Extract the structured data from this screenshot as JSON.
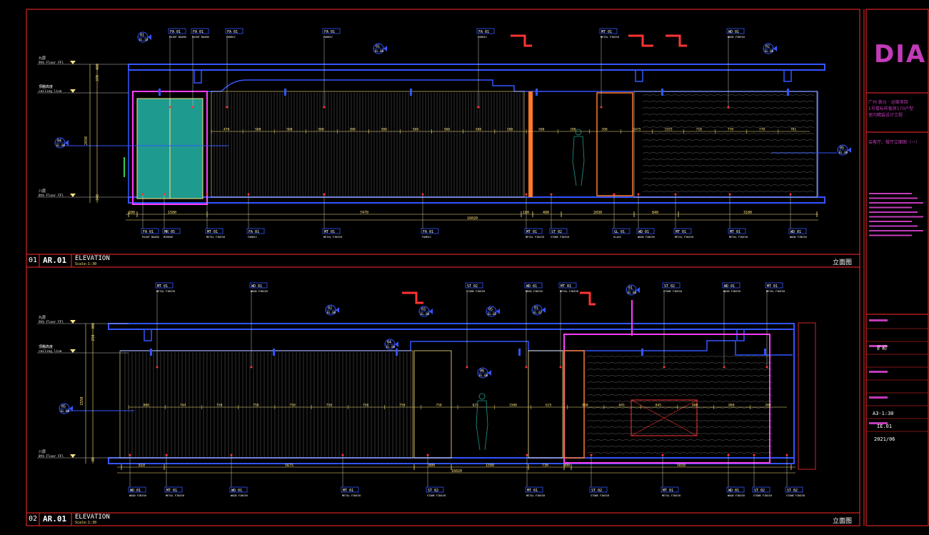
{
  "colors": {
    "frame": "#ff2a2a",
    "wall": "#3355ff",
    "dim": "#ffe680",
    "text": "#ffffff",
    "magenta": "#ff3dff",
    "accent": "#ff3333",
    "panel": "#1f9a8e",
    "logo": "#c23bb8",
    "guide": "#c8c8c8",
    "orange": "#ff7a2a",
    "green": "#35d04a"
  },
  "title_block": {
    "logo_text": "DIA",
    "project": [
      "广州 致元 · 运维项目",
      "1号楼标样板房170户型",
      "室内精装设计工程"
    ],
    "drawing_title": "会客厅、餐厅立面图（一）",
    "scale": "A3-1:30",
    "sheet_no": "IE.01",
    "date": "2021/06",
    "row_labels": [
      "扩初"
    ]
  },
  "panels": [
    {
      "num": "01",
      "ref": "AR.01",
      "title": "ELEVATION",
      "scale_label": "Scale:1:30",
      "cn_title": "立面图",
      "levels": [
        {
          "cn": "九层",
          "en": "9th Floor FFl"
        },
        {
          "cn": "顶棚高度",
          "en": "ceiling line"
        },
        {
          "cn": "八层",
          "en": "8th Floor FFl"
        }
      ],
      "top_tags": [
        {
          "code": "FA 01",
          "desc": "PAINT BOARD"
        },
        {
          "code": "FA 01",
          "desc": "PAINT BOARD"
        },
        {
          "code": "FA 01",
          "desc": "FABRIC"
        },
        {
          "code": "FA 01",
          "desc": "FABRIC"
        },
        {
          "code": "FA 01",
          "desc": "FABRIC"
        },
        {
          "code": "MT 01",
          "desc": "METAL FINISH"
        },
        {
          "code": "WD 01",
          "desc": "WOOD FINISH"
        }
      ],
      "bottom_tags": [
        {
          "code": "FA 01",
          "desc": "PAINT BOARD"
        },
        {
          "code": "MR 05",
          "desc": "MIRROR"
        },
        {
          "code": "MT 01",
          "desc": "METAL FINISH"
        },
        {
          "code": "FA 01",
          "desc": "FABRIC"
        },
        {
          "code": "MT 01",
          "desc": "METAL FINISH"
        },
        {
          "code": "FA 01",
          "desc": "FABRIC"
        },
        {
          "code": "MT 01",
          "desc": "METAL FINISH"
        },
        {
          "code": "ST 02",
          "desc": "STONE FINISH"
        },
        {
          "code": "GL 01",
          "desc": "GLASS"
        },
        {
          "code": "WD 01",
          "desc": "WOOD FINISH"
        },
        {
          "code": "MT 01",
          "desc": "METAL FINISH"
        },
        {
          "code": "MT 01",
          "desc": "METAL FINISH"
        },
        {
          "code": "WD 01",
          "desc": "WOOD FINISH"
        }
      ],
      "bubbles": [
        {
          "n": "01",
          "ref": "EL.10"
        },
        {
          "n": "01",
          "ref": "EL.06"
        },
        {
          "n": "02",
          "ref": "EL.06"
        },
        {
          "n": "04",
          "ref": "EL.06"
        },
        {
          "n": "05",
          "ref": "EL.06"
        }
      ],
      "dims_bottom": [
        "200",
        "1500",
        "7470",
        "180",
        "400",
        "2030",
        "840",
        "3100"
      ],
      "overall": "16020",
      "dims_mid": [
        "470",
        "500",
        "500",
        "500",
        "200",
        "500",
        "500",
        "500",
        "500",
        "500",
        "500",
        "200",
        "200",
        "2475",
        "1555",
        "710",
        "770",
        "770",
        "781"
      ],
      "dims_left": [
        "480",
        "370",
        "2650",
        "340"
      ]
    },
    {
      "num": "02",
      "ref": "AR.01",
      "title": "ELEVATION",
      "scale_label": "Scale:1:30",
      "cn_title": "立面图",
      "levels": [
        {
          "cn": "九层",
          "en": "9th Floor FFl"
        },
        {
          "cn": "顶棚高度",
          "en": "ceiling line"
        },
        {
          "cn": "八层",
          "en": "8th Floor FFl"
        }
      ],
      "top_tags": [
        {
          "code": "MT 01",
          "desc": "METAL FINISH"
        },
        {
          "code": "WD 01",
          "desc": "WOOD FINISH"
        },
        {
          "code": "ST 02",
          "desc": "STONE FINISH"
        },
        {
          "code": "WD 01",
          "desc": "WOOD FINISH"
        },
        {
          "code": "MT 01",
          "desc": "METAL FINISH"
        },
        {
          "code": "ST 02",
          "desc": "STONE FINISH"
        },
        {
          "code": "WD 01",
          "desc": "WOOD FINISH"
        },
        {
          "code": "MT 01",
          "desc": "METAL FINISH"
        }
      ],
      "bottom_tags": [
        {
          "code": "WD 01",
          "desc": "WOOD FINISH"
        },
        {
          "code": "MT 01",
          "desc": "METAL FINISH"
        },
        {
          "code": "WD 01",
          "desc": "WOOD FINISH"
        },
        {
          "code": "MT 01",
          "desc": "METAL FINISH"
        },
        {
          "code": "ST 02",
          "desc": "STONE FINISH"
        },
        {
          "code": "MT 01",
          "desc": "METAL FINISH"
        },
        {
          "code": "ST 02",
          "desc": "STONE FINISH"
        },
        {
          "code": "MT 01",
          "desc": "METAL FINISH"
        },
        {
          "code": "WD 01",
          "desc": "WOOD FINISH"
        },
        {
          "code": "ST 02",
          "desc": "STONE FINISH"
        },
        {
          "code": "ST 02",
          "desc": "STONE FINISH"
        }
      ],
      "bubbles": [
        {
          "n": "02",
          "ref": "EL.06"
        },
        {
          "n": "03",
          "ref": "EL.06"
        },
        {
          "n": "05",
          "ref": "EL.05"
        },
        {
          "n": "01",
          "ref": "EL.06"
        },
        {
          "n": "01",
          "ref": "EL.07"
        },
        {
          "n": "04",
          "ref": "EL.06"
        },
        {
          "n": "06",
          "ref": "EL.06"
        },
        {
          "n": "05",
          "ref": "EL.06"
        }
      ],
      "dims_bottom": [
        "810",
        "5675",
        "800",
        "1500",
        "730",
        "800",
        "5650"
      ],
      "overall": "16020",
      "dims_mid": [
        "800",
        "744",
        "750",
        "750",
        "750",
        "750",
        "750",
        "750",
        "750",
        "625",
        "1500",
        "625",
        "800",
        "845",
        "845",
        "800",
        "800",
        "200"
      ],
      "dims_left": [
        "300",
        "250",
        "2550",
        "80"
      ]
    }
  ]
}
